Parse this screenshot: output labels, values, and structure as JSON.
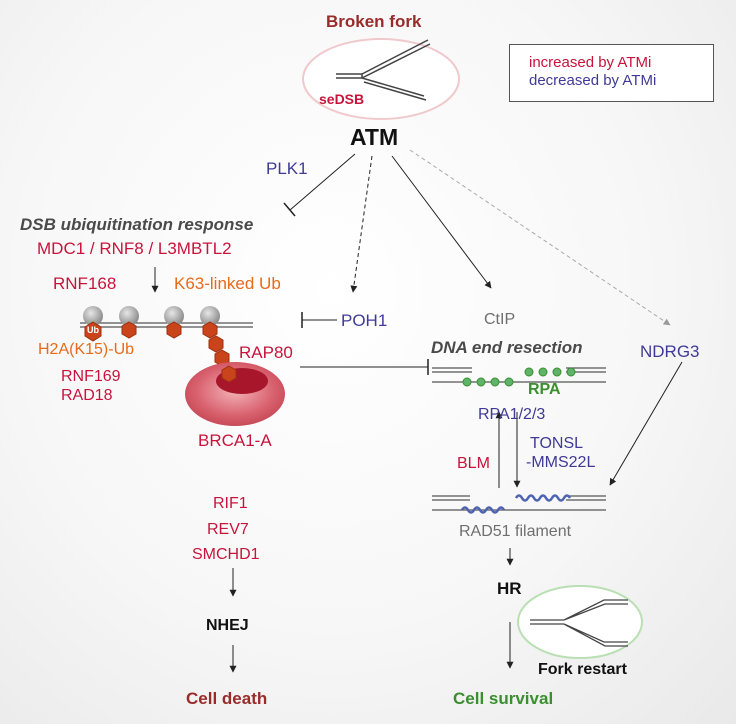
{
  "top": {
    "title": "Broken fork",
    "sedsb": "seDSB",
    "atm": "ATM"
  },
  "legend": {
    "increased": "increased by ATMi",
    "decreased": "decreased by ATMi"
  },
  "left": {
    "plk1": "PLK1",
    "ubq_title": "DSB ubiquitination response",
    "mdc": "MDC1 / RNF8 / L3MBTL2",
    "rnf168": "RNF168",
    "k63": "K63-linked Ub",
    "ub": "Ub",
    "h2a": "H2A(K15)-Ub",
    "rnf169": "RNF169",
    "rad18": "RAD18",
    "rap80": "RAP80",
    "brca1a": "BRCA1-A",
    "rif1": "RIF1",
    "rev7": "REV7",
    "smchd1": "SMCHD1",
    "nhej": "NHEJ",
    "death": "Cell death"
  },
  "middle": {
    "poh1": "POH1"
  },
  "right": {
    "ctip": "CtIP",
    "resection": "DNA end resection",
    "rpa": "RPA",
    "rpa123": "RPA1/2/3",
    "tonsl": "TONSL",
    "mms22l": "-MMS22L",
    "blm": "BLM",
    "rad51": "RAD51 filament",
    "ndrg3": "NDRG3",
    "hr": "HR",
    "restart": "Fork restart",
    "survival": "Cell survival"
  }
}
